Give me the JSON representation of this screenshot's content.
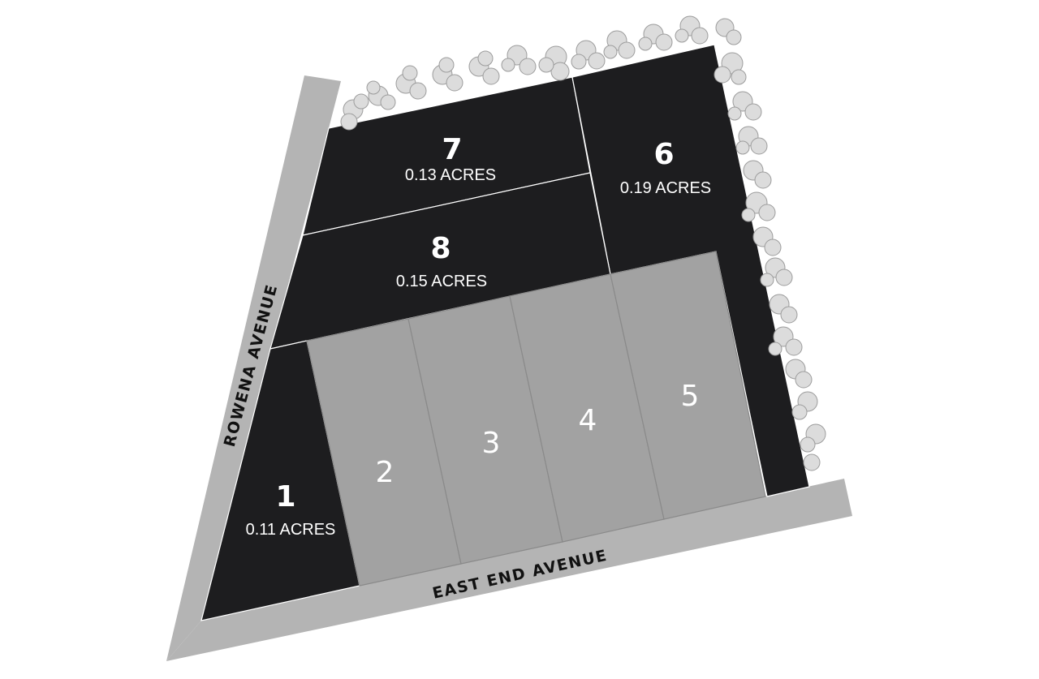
{
  "streets": {
    "rowena": "ROWENA AVENUE",
    "east_end": "EAST END AVENUE"
  },
  "lots": [
    {
      "id": "lot-1",
      "number": "1",
      "area": "0.11 ACRES"
    },
    {
      "id": "lot-2",
      "number": "2",
      "area": ""
    },
    {
      "id": "lot-3",
      "number": "3",
      "area": ""
    },
    {
      "id": "lot-4",
      "number": "4",
      "area": ""
    },
    {
      "id": "lot-5",
      "number": "5",
      "area": ""
    },
    {
      "id": "lot-6",
      "number": "6",
      "area": "0.19 ACRES"
    },
    {
      "id": "lot-7",
      "number": "7",
      "area": "0.13 ACRES"
    },
    {
      "id": "lot-8",
      "number": "8",
      "area": "0.15 ACRES"
    }
  ],
  "colors": {
    "available_lot": "#1d1d1f",
    "unavailable_lot": "#a2a2a2",
    "road": "#b4b4b4",
    "tree": "#dcdcdc"
  }
}
